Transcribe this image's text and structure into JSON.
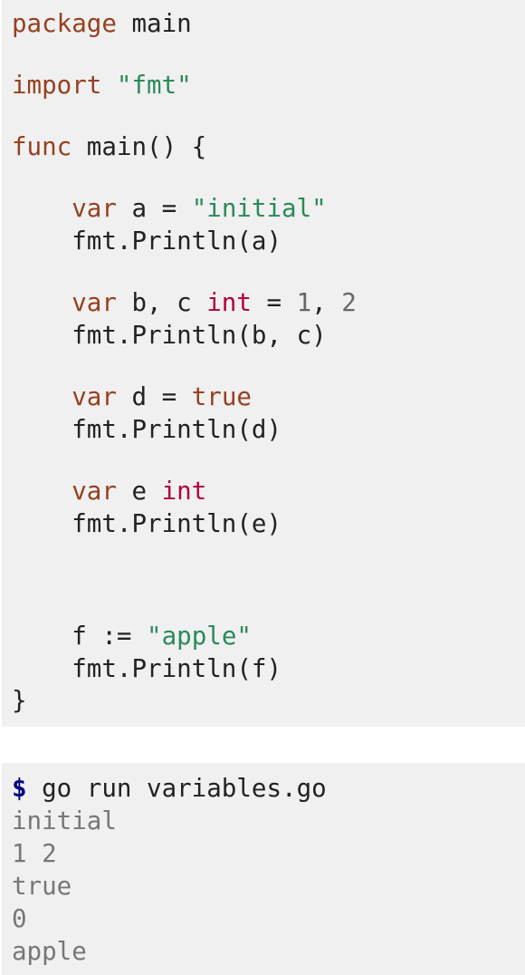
{
  "code": {
    "package_kw": "package",
    "package_name": " main",
    "import_kw": "import",
    "import_path": "\"fmt\"",
    "func_kw": "func",
    "func_sig": " main() {",
    "var_kw": "var",
    "a_decl": " a = ",
    "a_val": "\"initial\"",
    "print_a": "fmt.Println(a)",
    "bc_decl": " b, c ",
    "int_kw": "int",
    "bc_eq": " = ",
    "bc_one": "1",
    "bc_comma": ", ",
    "bc_two": "2",
    "print_bc": "fmt.Println(b, c)",
    "d_decl": " d = ",
    "d_val": "true",
    "print_d": "fmt.Println(d)",
    "e_decl": " e ",
    "print_e": "fmt.Println(e)",
    "f_decl": "f := ",
    "f_val": "\"apple\"",
    "print_f": "fmt.Println(f)",
    "close_brace": "}"
  },
  "output": {
    "prompt": "$",
    "command": " go run variables.go",
    "lines": [
      "initial",
      "1 2",
      "true",
      "0",
      "apple"
    ]
  },
  "colors": {
    "keyword": "#954121",
    "string": "#2a8a5a",
    "type": "#b00040",
    "number": "#666666",
    "prompt": "#000080",
    "output": "#777777",
    "block_background": "#f0f0f0"
  }
}
